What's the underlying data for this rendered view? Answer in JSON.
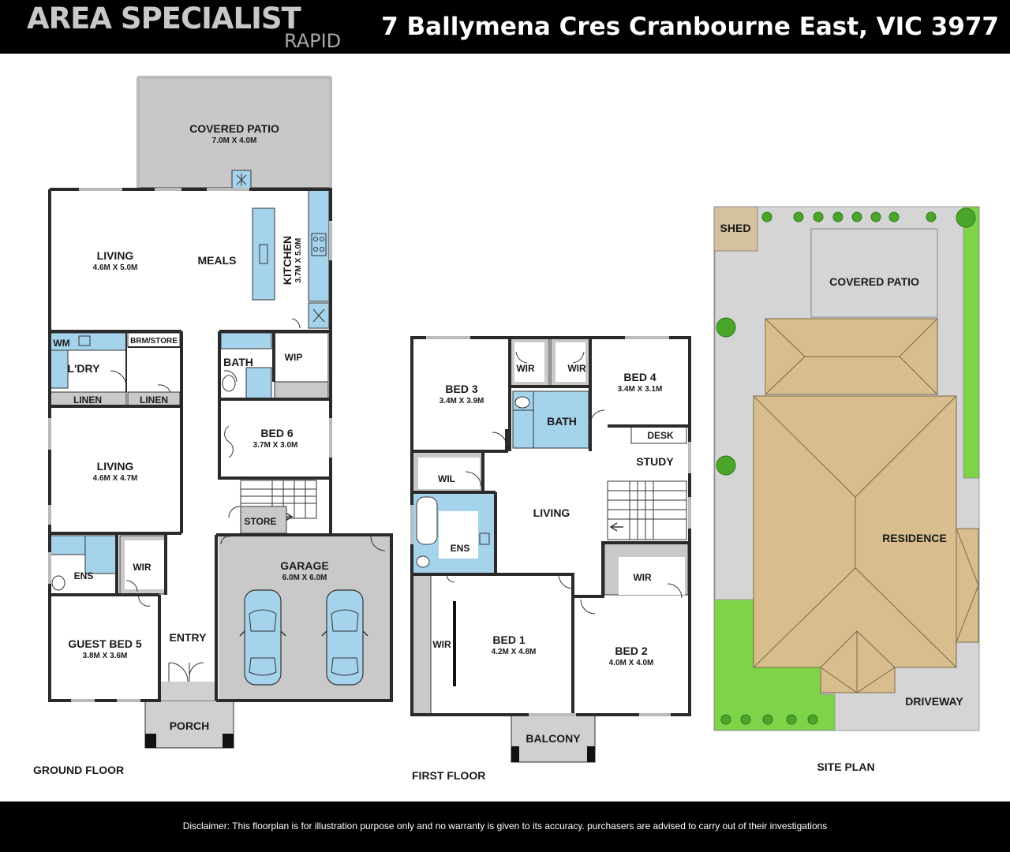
{
  "header": {
    "logo_main": "AREA SPECIALIST",
    "logo_sub": "RAPID",
    "address": "7 Ballymena Cres Cranbourne East, VIC 3977"
  },
  "ground_floor": {
    "title": "GROUND FLOOR",
    "covered_patio": {
      "name": "COVERED PATIO",
      "dims": "7.0M X 4.0M"
    },
    "living_1": {
      "name": "LIVING",
      "dims": "4.6M X 5.0M"
    },
    "meals": {
      "name": "MEALS"
    },
    "kitchen": {
      "name": "KITCHEN",
      "dims": "3.7M X 5.0M"
    },
    "wm": "WM",
    "laundry": "L'DRY",
    "brm_store": "BRM/STORE",
    "linen_1": "LINEN",
    "linen_2": "LINEN",
    "bath": "BATH",
    "wip": "WIP",
    "bed_6": {
      "name": "BED 6",
      "dims": "3.7M X 3.0M"
    },
    "living_2": {
      "name": "LIVING",
      "dims": "4.6M X 4.7M"
    },
    "store": "STORE",
    "ens": "ENS",
    "wir": "WIR",
    "garage": {
      "name": "GARAGE",
      "dims": "6.0M X 6.0M"
    },
    "guest_bed": {
      "name": "GUEST BED 5",
      "dims": "3.8M X 3.6M"
    },
    "entry": "ENTRY",
    "porch": "PORCH"
  },
  "first_floor": {
    "title": "FIRST FLOOR",
    "bed_3": {
      "name": "BED 3",
      "dims": "3.4M X 3.9M"
    },
    "wir_1": "WIR",
    "wir_2": "WIR",
    "bed_4": {
      "name": "BED 4",
      "dims": "3.4M X 3.1M"
    },
    "bath": "BATH",
    "desk": "DESK",
    "study": "STUDY",
    "wil": "WIL",
    "living": "LIVING",
    "ens": "ENS",
    "wir_3": "WIR",
    "wir_4": "WIR",
    "bed_1": {
      "name": "BED 1",
      "dims": "4.2M X 4.8M"
    },
    "bed_2": {
      "name": "BED 2",
      "dims": "4.0M X 4.0M"
    },
    "balcony": "BALCONY"
  },
  "site_plan": {
    "title": "SITE PLAN",
    "shed": "SHED",
    "covered_patio": "COVERED PATIO",
    "residence": "RESIDENCE",
    "driveway": "DRIVEWAY"
  },
  "footer": {
    "disclaimer": "Disclaimer: This floorplan is for illustration purpose only and no warranty is given to its accuracy. purchasers are advised to carry out of their investigations"
  },
  "colors": {
    "fixture_blue": "#a6d3ec",
    "patio_grey": "#c8c8c8",
    "garage_grey": "#c9c9c9",
    "lawn_green": "#7ed348",
    "roof_tan": "#d8bd8d",
    "shed_tan": "#d5c19b"
  }
}
